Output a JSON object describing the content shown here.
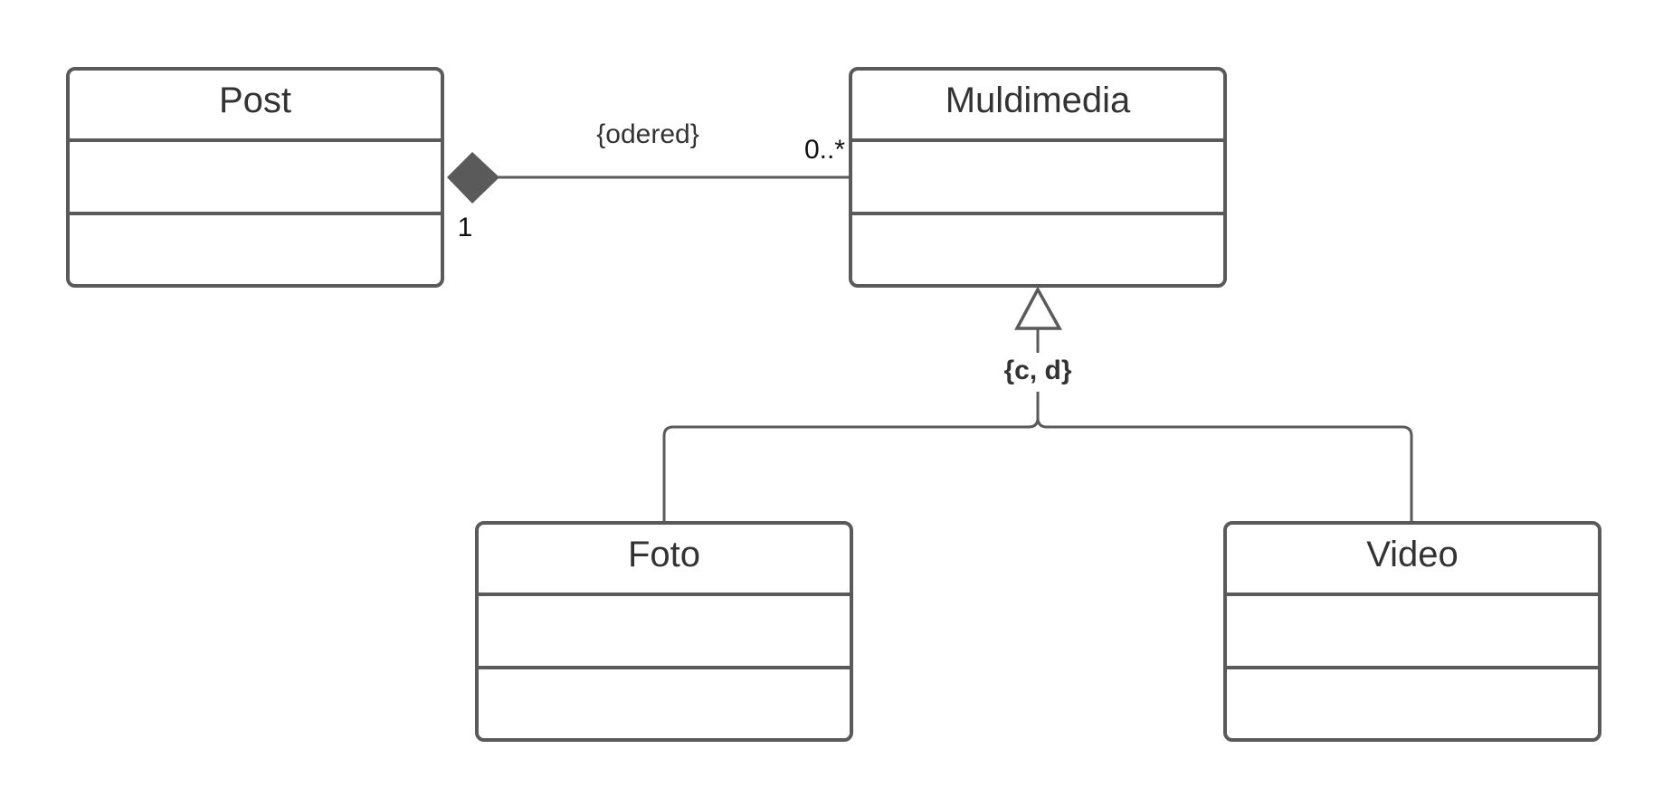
{
  "classes": {
    "post": {
      "name": "Post"
    },
    "multimedia": {
      "name": "Muldimedia"
    },
    "foto": {
      "name": "Foto"
    },
    "video": {
      "name": "Video"
    }
  },
  "association": {
    "constraint": "{odered}",
    "source_multiplicity": "1",
    "target_multiplicity": "0..*"
  },
  "generalization": {
    "constraint": "{c, d}"
  },
  "colors": {
    "stroke": "#5a5a5a",
    "text": "#333333",
    "background": "#ffffff"
  }
}
